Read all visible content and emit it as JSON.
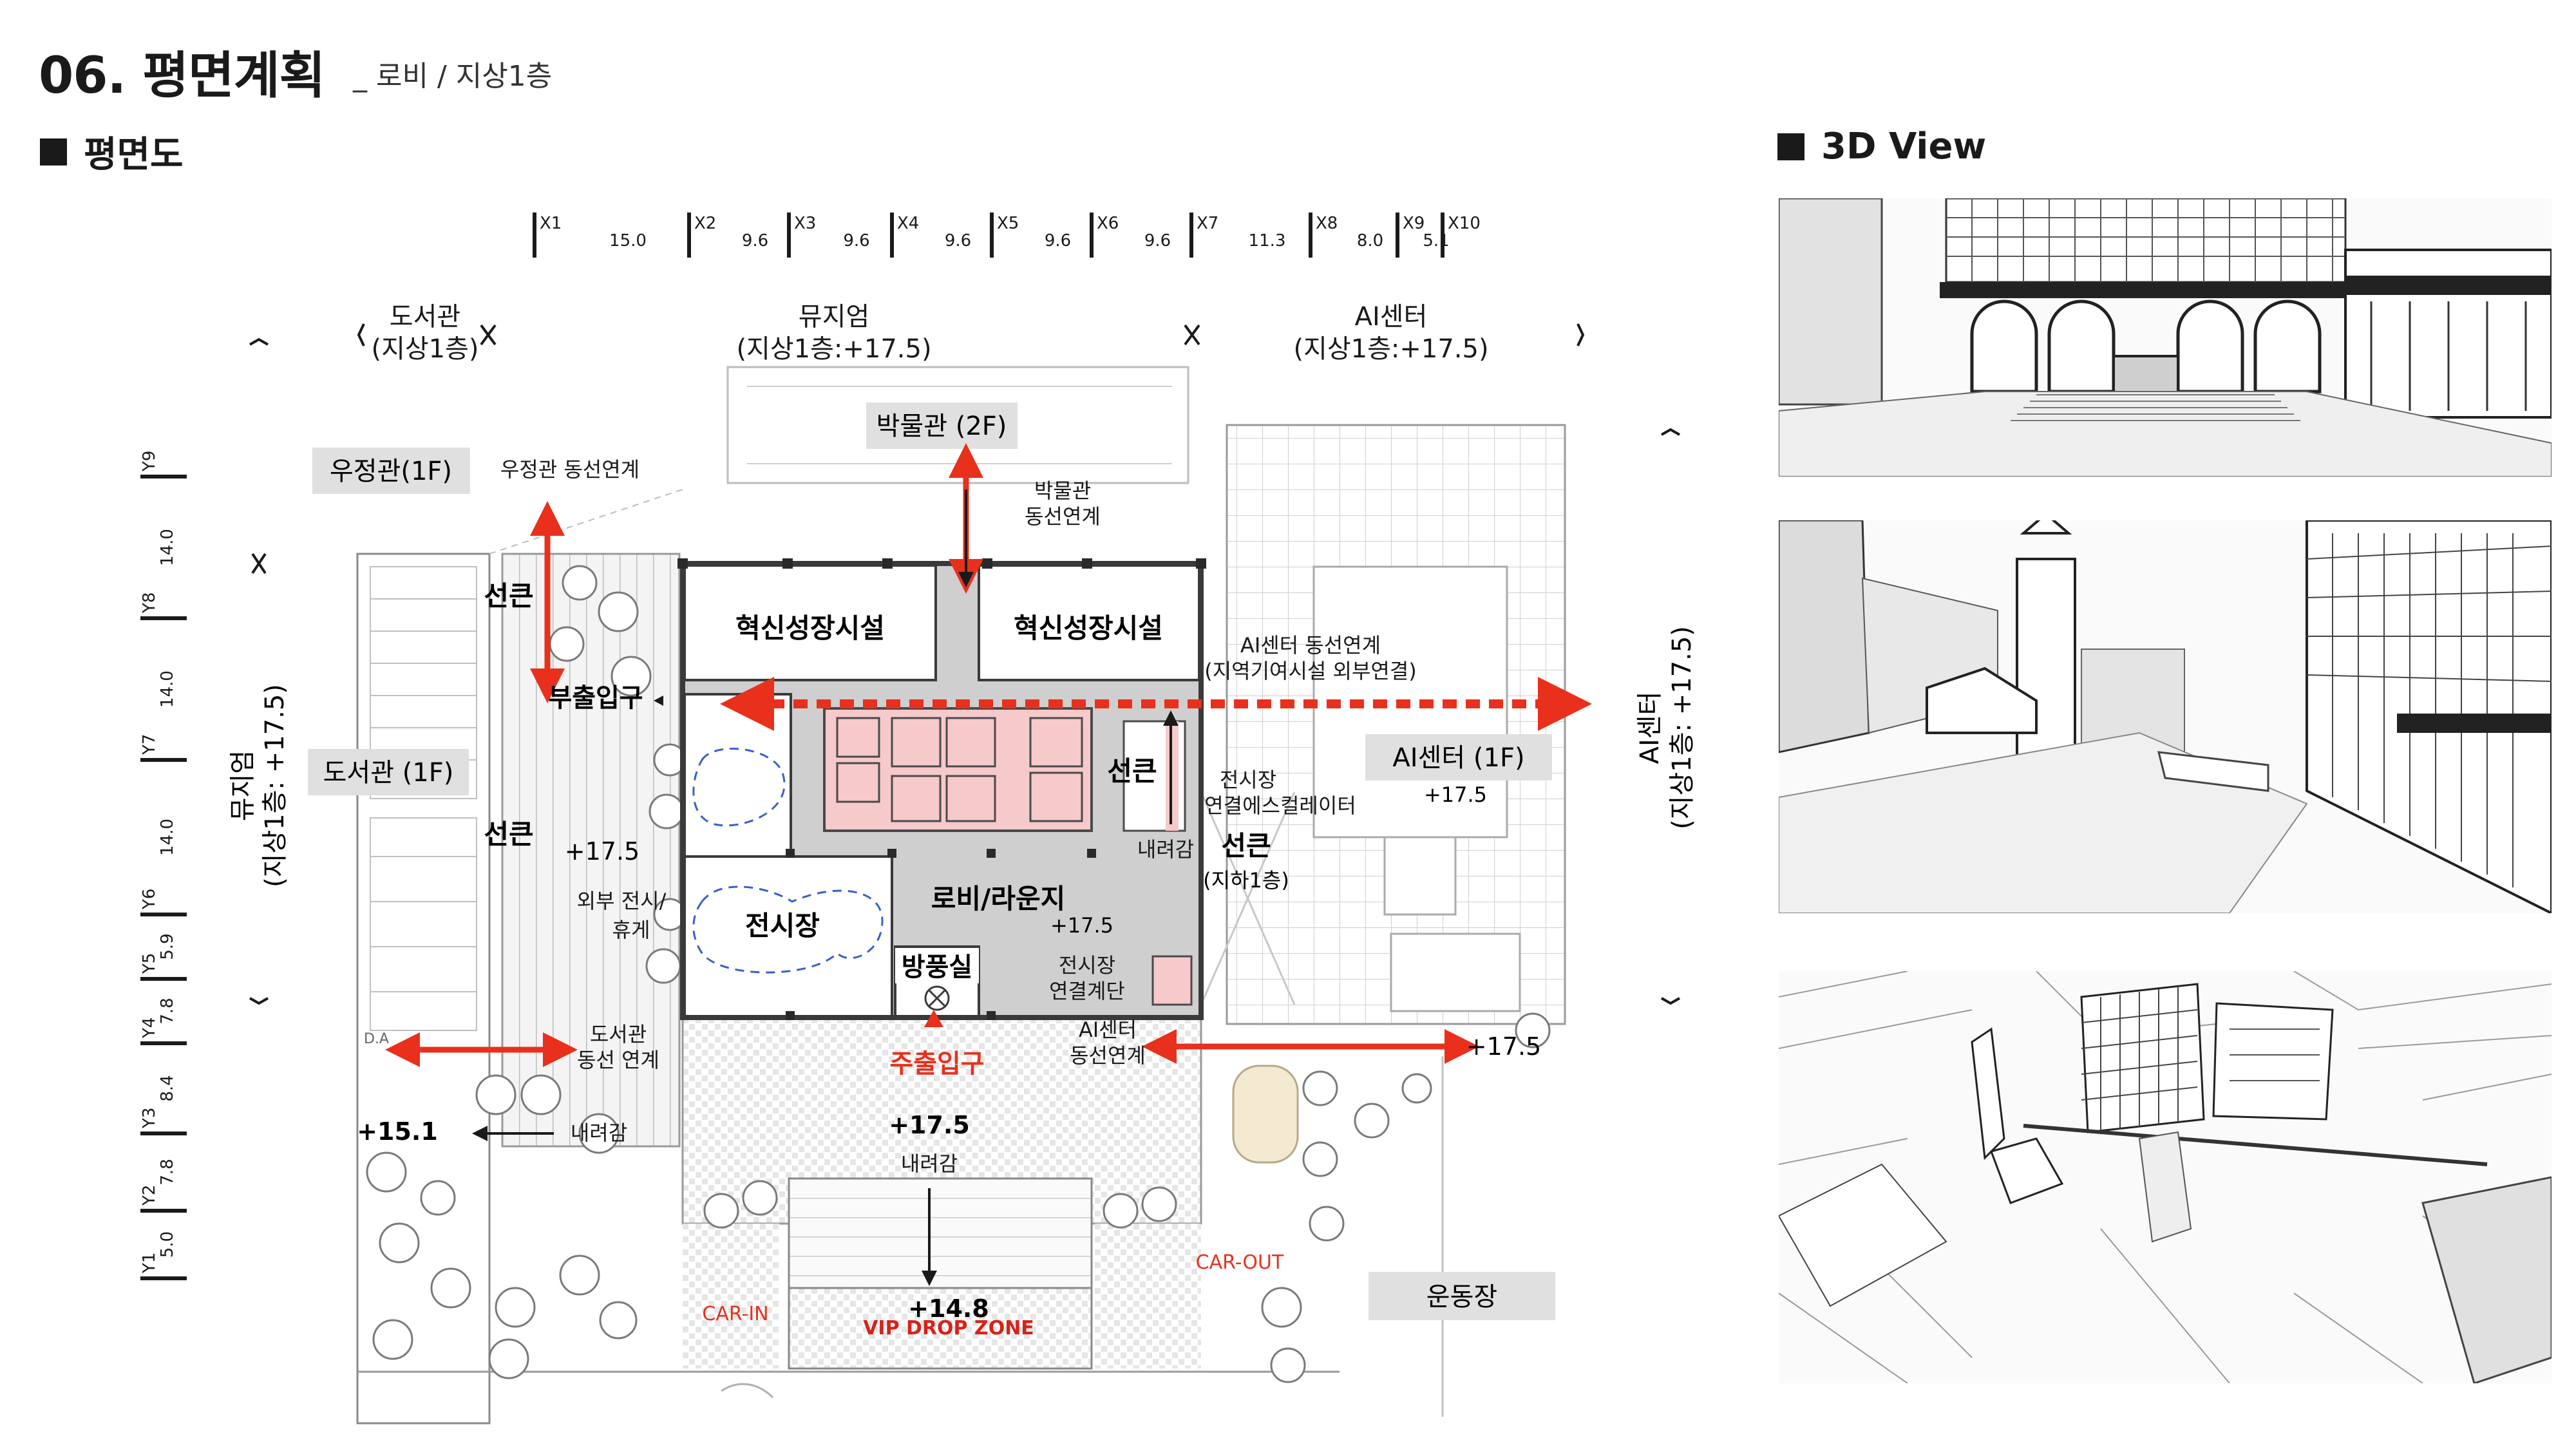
{
  "header": {
    "title": "06. 평면계획",
    "subtitle": "_ 로비 / 지상1층"
  },
  "sections": {
    "plan": "평면도",
    "view3d": "3D View"
  },
  "grid_x": [
    {
      "label": "X1",
      "span": "15.0"
    },
    {
      "label": "X2",
      "span": "9.6"
    },
    {
      "label": "X3",
      "span": "9.6"
    },
    {
      "label": "X4",
      "span": "9.6"
    },
    {
      "label": "X5",
      "span": "9.6"
    },
    {
      "label": "X6",
      "span": "9.6"
    },
    {
      "label": "X7",
      "span": "11.3"
    },
    {
      "label": "X8",
      "span": "8.0"
    },
    {
      "label": "X9",
      "span": "5.1"
    },
    {
      "label": "X10",
      "span": ""
    }
  ],
  "grid_y": [
    {
      "label": "Y9",
      "span": "14.0"
    },
    {
      "label": "Y8",
      "span": "14.0"
    },
    {
      "label": "Y7",
      "span": "14.0"
    },
    {
      "label": "Y6",
      "span": "5.9"
    },
    {
      "label": "Y5",
      "span": "7.8"
    },
    {
      "label": "Y4",
      "span": "8.4"
    },
    {
      "label": "Y3",
      "span": "7.8"
    },
    {
      "label": "Y2",
      "span": "5.0"
    },
    {
      "label": "Y1",
      "span": ""
    }
  ],
  "context": {
    "library": [
      "도서관",
      "(지상1층)"
    ],
    "museum": [
      "뮤지엄",
      "(지상1층:+17.5)"
    ],
    "ai_center": [
      "AI센터",
      "(지상1층:+17.5)"
    ],
    "left_side": [
      "뮤지엄",
      "(지상1층: +17.5)"
    ],
    "right_side": [
      "AI센터",
      "(지상1층: +17.5)"
    ]
  },
  "tags": {
    "post_office": "우정관(1F)",
    "museum_2f": "박물관 (2F)",
    "library_1f": "도서관 (1F)",
    "ai_center_1f": "AI센터 (1F)",
    "playground": "운동장",
    "windbreak": "방풍실"
  },
  "rooms": {
    "innovation_a": "혁신성장시설",
    "innovation_b": "혁신성장시설",
    "lobby": "로비/라운지",
    "exhibition": "전시장",
    "sunken_a": "선큰",
    "sunken_b": "선큰",
    "sunken_c": "선큰",
    "sunken_d": "선큰",
    "sunken_d_sub": "(지하1층)"
  },
  "labels": {
    "post_link": "우정관 동선연계",
    "museum_link": [
      "박물관",
      "동선연계"
    ],
    "sub_entrance": "부출입구",
    "ai_link": [
      "AI센터 동선연계",
      "(지역기여시설 외부연결)"
    ],
    "escalator": [
      "전시장",
      "연결에스컬레이터"
    ],
    "down_a": "내려감",
    "down_b": "내려감",
    "down_c": "내려감",
    "outdoor_exhibit": [
      "외부 전시/",
      "휴게"
    ],
    "stair_link": [
      "전시장",
      "연결계단"
    ],
    "library_link": [
      "도서관",
      "동선 연계"
    ],
    "main_entrance": "주출입구",
    "ai_link2": [
      "AI센터",
      "동선연계"
    ],
    "car_in": "CAR-IN",
    "car_out": "CAR-OUT",
    "vip": "VIP DROP ZONE",
    "da": "D.A"
  },
  "levels": {
    "ai_center": "+17.5",
    "courtyard": "+17.5",
    "lobby": "+17.5",
    "east": "+17.5",
    "plaza": "+17.5",
    "west": "+15.1",
    "drop": "+14.8"
  },
  "colors": {
    "accent": "#e8301c",
    "tag_fill": "#e0e0e0",
    "core_pink": "#f6c9cb",
    "building_gray": "#cfcfcf",
    "vip_red": "#d6221a"
  }
}
